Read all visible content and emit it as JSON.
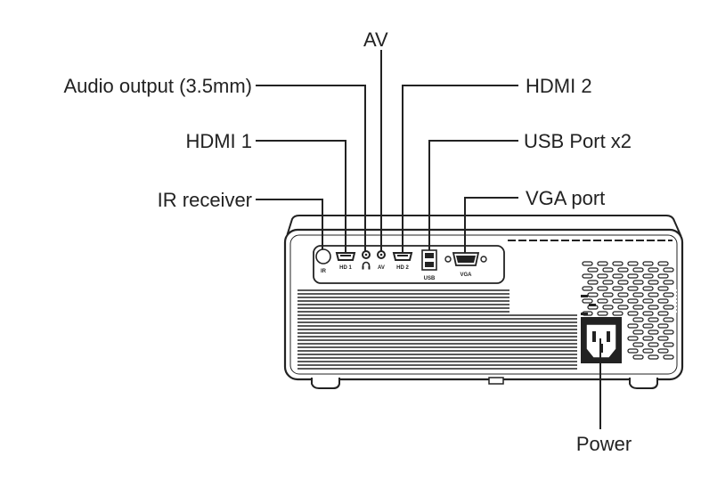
{
  "callouts": {
    "av": "AV",
    "audio_output": "Audio output (3.5mm)",
    "hdmi2": "HDMI 2",
    "hdmi1": "HDMI 1",
    "usb": "USB Port x2",
    "ir": "IR receiver",
    "vga": "VGA port",
    "power": "Power"
  },
  "panel_labels": {
    "ir": "IR",
    "hd1": "HD 1",
    "av": "AV",
    "hd2": "HD 2",
    "usb": "USB",
    "vga": "VGA"
  },
  "colors": {
    "line": "#222222",
    "body_fill": "#ffffff"
  }
}
